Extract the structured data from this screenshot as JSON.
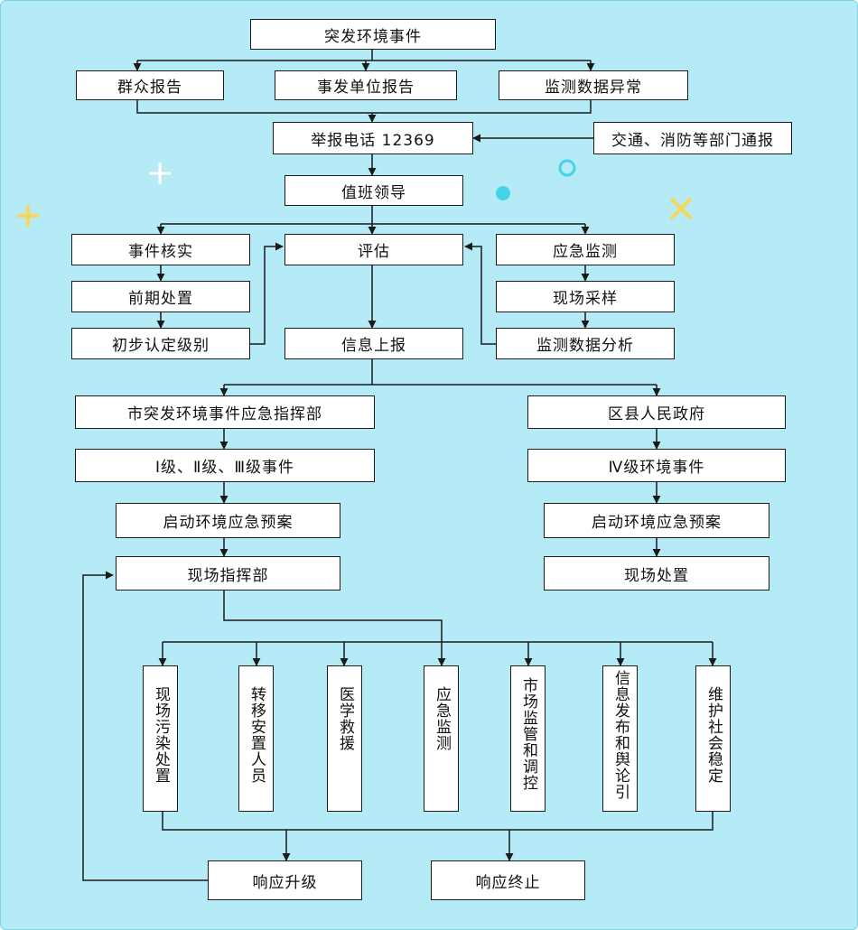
{
  "colors": {
    "background": "#b4ebf6",
    "box_fill": "#ffffff",
    "line": "#1a1a1a",
    "accent_yellow": "#f7d75a",
    "accent_cyan": "#46d2e8"
  },
  "flow": {
    "event": "突发环境事件",
    "public_report": "群众报告",
    "unit_report": "事发单位报告",
    "monitor_anomaly": "监测数据异常",
    "hotline": "举报电话 12369",
    "dept_notice": "交通、消防等部门通报",
    "duty_leader": "值班领导",
    "verify": "事件核实",
    "assess": "评估",
    "emergency_monitor": "应急监测",
    "initial_handling": "前期处置",
    "sampling": "现场采样",
    "grade_confirm": "初步认定级别",
    "info_report": "信息上报",
    "data_analysis": "监测数据分析",
    "city_command": "市突发环境事件应急指挥部",
    "district_gov": "区县人民政府",
    "level_1_3": "Ⅰ级、Ⅱ级、Ⅲ级事件",
    "level_4": "Ⅳ级环境事件",
    "plan_left": "启动环境应急预案",
    "plan_right": "启动环境应急预案",
    "site_command": "现场指挥部",
    "site_handling": "现场处置",
    "tasks": [
      "现场污染处置",
      "转移安置人员",
      "医学救援",
      "应急监测",
      "市场监管和调控",
      "信息发布和舆论引",
      "维护社会稳定"
    ],
    "upgrade": "响应升级",
    "terminate": "响应终止"
  }
}
